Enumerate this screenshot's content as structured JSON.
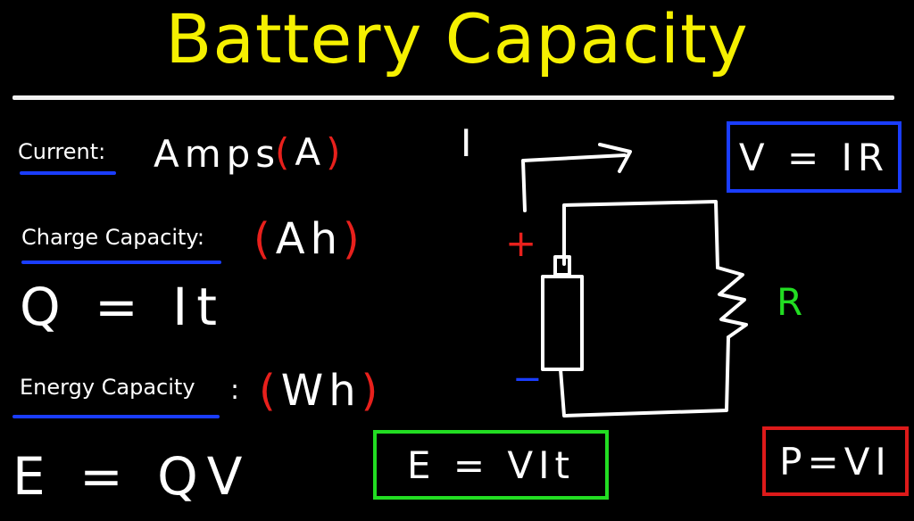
{
  "title": "Battery Capacity",
  "colors": {
    "title": "#f5f000",
    "underline": "#1a3dff",
    "unit_paren": "#e8201c",
    "box_blue": "#1a3dff",
    "box_green": "#22dd22",
    "box_red": "#dd1a1a",
    "resistor_label": "#22dd22",
    "plus": "#e8201c",
    "minus": "#1a3dff"
  },
  "left": {
    "current": {
      "label": "Current:",
      "value": "Amps",
      "unit_open": "(",
      "unit": "A",
      "unit_close": ")"
    },
    "charge": {
      "label": "Charge Capacity:",
      "unit_open": "(",
      "unit": "Ah",
      "unit_close": ")",
      "formula": "Q = It"
    },
    "energy": {
      "label": "Energy Capacity",
      "colon": ":",
      "unit_open": "(",
      "unit": "Wh",
      "unit_close": ")",
      "formula": "E = QV"
    }
  },
  "circuit": {
    "current_label": "I",
    "plus": "+",
    "minus": "−",
    "resistor_label": "R"
  },
  "formulas": {
    "ohm": "V = IR",
    "energy": "E = VIt",
    "power": "P=VI"
  }
}
